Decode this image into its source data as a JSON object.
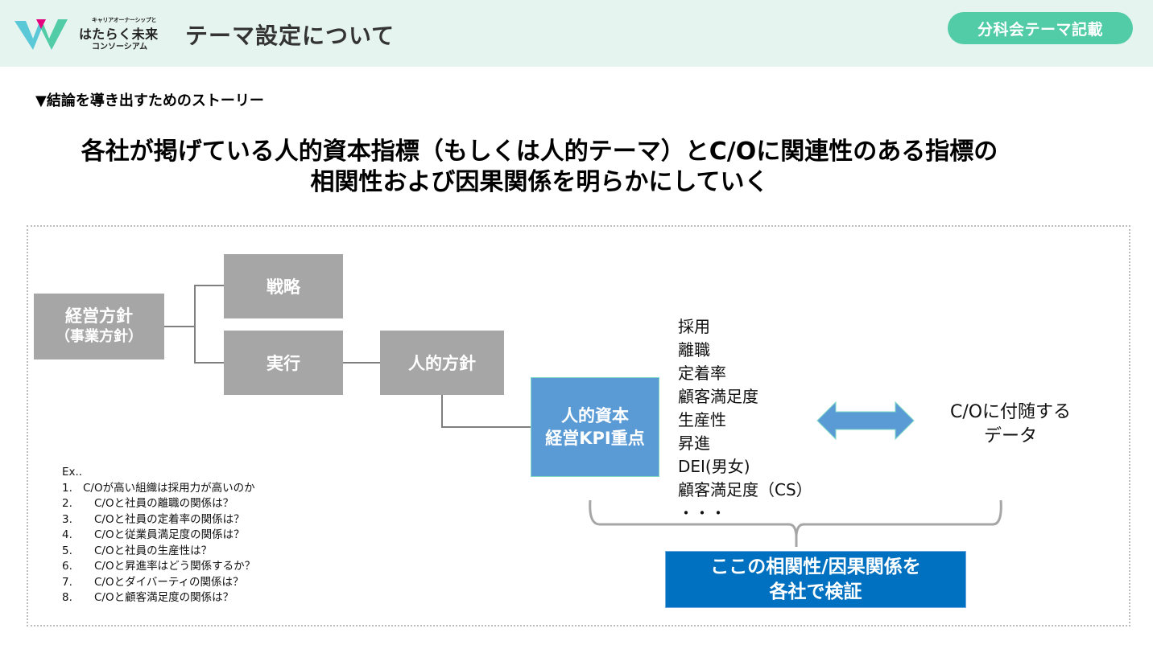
{
  "header": {
    "logo": {
      "tagline": "キャリアオーナーシップと",
      "name": "はたらく未来",
      "sub": "コンソーシアム",
      "colors": {
        "cyan": "#5bc8d8",
        "green": "#52cba7",
        "pink": "#e5007f"
      }
    },
    "title": "テーマ設定について",
    "badge": "分科会テーマ記載",
    "background": "#e5f4ef",
    "badge_color": "#52cba7"
  },
  "story": {
    "heading": "▼結論を導き出すためのストーリー",
    "statement_line1": "各社が掲げている人的資本指標（もしくは人的テーマ）とC/Oに関連性のある指標の",
    "statement_line2": "相関性および因果関係を明らかにしていく"
  },
  "diagram": {
    "mgmt_policy": {
      "line1": "経営方針",
      "line2": "（事業方針）"
    },
    "strategy": "戦略",
    "execution": "実行",
    "hr_policy": "人的方針",
    "kpi_box": {
      "line1": "人的資本",
      "line2": "経営KPI重点"
    },
    "kpi_items": [
      "採用",
      "離職",
      "定着率",
      "顧客満足度",
      "生産性",
      "昇進",
      "DEI(男女)",
      "顧客満足度（CS）",
      "・・・"
    ],
    "co_data": {
      "line1": "C/Oに付随する",
      "line2": "データ"
    },
    "verify_box": {
      "line1": "ここの相関性/因果関係を",
      "line2": "各社で検証"
    },
    "colors": {
      "gray_box": "#a6a6a6",
      "kpi_box": "#5b9bd5",
      "verify_box": "#0070c0",
      "arrow": "#5b9bd5"
    }
  },
  "examples": {
    "label": "Ex..",
    "items": [
      {
        "num": "1.",
        "text": "C/Oが高い組織は採用力が高いのか"
      },
      {
        "num": "2.",
        "text": "C/Oと社員の離職の関係は？"
      },
      {
        "num": "3.",
        "text": "C/Oと社員の定着率の関係は？"
      },
      {
        "num": "4.",
        "text": "C/Oと従業員満足度の関係は？"
      },
      {
        "num": "5.",
        "text": "C/Oと社員の生産性は？"
      },
      {
        "num": "6.",
        "text": "C/Oと昇進率はどう関係するか？"
      },
      {
        "num": "7.",
        "text": "C/Oとダイバーティの関係は？"
      },
      {
        "num": "8.",
        "text": "C/Oと顧客満足度の関係は？"
      }
    ]
  }
}
